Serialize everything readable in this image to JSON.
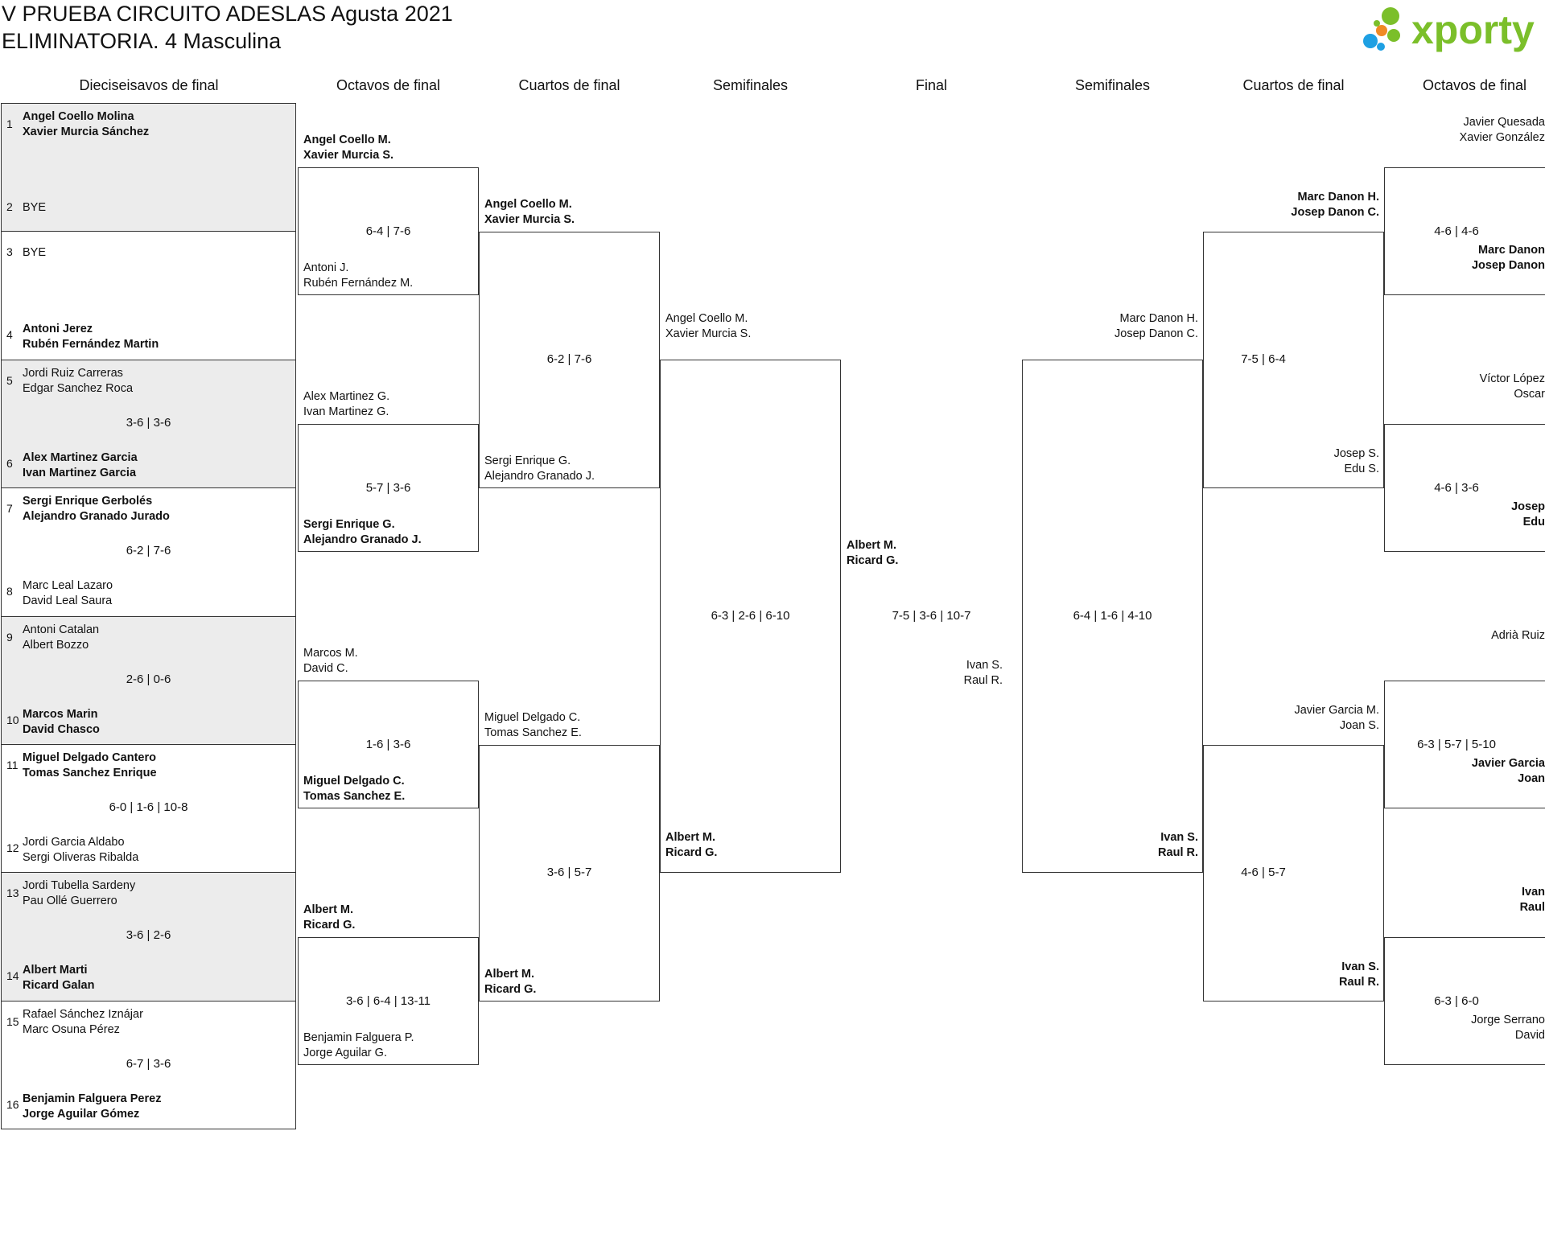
{
  "header": {
    "title_line1": "V PRUEBA CIRCUITO ADESLAS Agusta 2021",
    "title_line2": "ELIMINATORIA. 4 Masculina",
    "logo_text": "xporty"
  },
  "rounds_left": [
    "Dieciseisavos de final",
    "Octavos de final",
    "Cuartos de final",
    "Semifinales"
  ],
  "round_final": "Final",
  "rounds_right": [
    "Semifinales",
    "Cuartos de final",
    "Octavos de final"
  ],
  "r16_matches": [
    {
      "seed_a": "1",
      "pair_a": [
        "Angel Coello Molina",
        "Xavier Murcia Sánchez"
      ],
      "seed_b": "2",
      "pair_b": [
        "BYE"
      ],
      "score": "",
      "winner": "a"
    },
    {
      "seed_a": "3",
      "pair_a": [
        "BYE"
      ],
      "seed_b": "4",
      "pair_b": [
        "Antoni Jerez",
        "Rubén Fernández Martin"
      ],
      "score": "",
      "winner": "b"
    },
    {
      "seed_a": "5",
      "pair_a": [
        "Jordi Ruiz Carreras",
        "Edgar Sanchez Roca"
      ],
      "seed_b": "6",
      "pair_b": [
        "Alex Martinez Garcia",
        "Ivan Martinez Garcia"
      ],
      "score": "3-6 | 3-6",
      "winner": "b"
    },
    {
      "seed_a": "7",
      "pair_a": [
        "Sergi Enrique Gerbolés",
        "Alejandro Granado Jurado"
      ],
      "seed_b": "8",
      "pair_b": [
        "Marc Leal Lazaro",
        "David Leal Saura"
      ],
      "score": "6-2 | 7-6",
      "winner": "a"
    },
    {
      "seed_a": "9",
      "pair_a": [
        "Antoni Catalan",
        "Albert Bozzo"
      ],
      "seed_b": "10",
      "pair_b": [
        "Marcos Marin",
        "David Chasco"
      ],
      "score": "2-6 | 0-6",
      "winner": "b"
    },
    {
      "seed_a": "11",
      "pair_a": [
        "Miguel Delgado Cantero",
        "Tomas Sanchez Enrique"
      ],
      "seed_b": "12",
      "pair_b": [
        "Jordi Garcia Aldabo",
        "Sergi Oliveras Ribalda"
      ],
      "score": "6-0 | 1-6 | 10-8",
      "winner": "a"
    },
    {
      "seed_a": "13",
      "pair_a": [
        "Jordi Tubella Sardeny",
        "Pau Ollé Guerrero"
      ],
      "seed_b": "14",
      "pair_b": [
        "Albert Marti",
        "Ricard Galan"
      ],
      "score": "3-6 | 2-6",
      "winner": "b"
    },
    {
      "seed_a": "15",
      "pair_a": [
        "Rafael Sánchez Iznájar",
        "Marc Osuna Pérez"
      ],
      "seed_b": "16",
      "pair_b": [
        "Benjamin Falguera Perez",
        "Jorge Aguilar Gómez"
      ],
      "score": "6-7 | 3-6",
      "winner": "b"
    }
  ],
  "left_r8": [
    {
      "pair_a": [
        "Angel Coello M.",
        "Xavier Murcia S."
      ],
      "pair_b": [
        "Antoni J.",
        "Rubén Fernández M."
      ],
      "score": "6-4 | 7-6",
      "winner": "a"
    },
    {
      "pair_a": [
        "Alex Martinez G.",
        "Ivan Martinez G."
      ],
      "pair_b": [
        "Sergi Enrique G.",
        "Alejandro Granado J."
      ],
      "score": "5-7 | 3-6",
      "winner": "b"
    },
    {
      "pair_a": [
        "Marcos M.",
        "David C."
      ],
      "pair_b": [
        "Miguel Delgado C.",
        "Tomas Sanchez E."
      ],
      "score": "1-6 | 3-6",
      "winner": "b"
    },
    {
      "pair_a": [
        "Albert M.",
        "Ricard G."
      ],
      "pair_b": [
        "Benjamin Falguera P.",
        "Jorge Aguilar G."
      ],
      "score": "3-6 | 6-4 | 13-11",
      "winner": "a"
    }
  ],
  "left_qf": [
    {
      "pair_a": [
        "Angel Coello M.",
        "Xavier Murcia S."
      ],
      "pair_b": [
        "Sergi Enrique G.",
        "Alejandro Granado J."
      ],
      "score": "6-2 | 7-6",
      "winner": "a"
    },
    {
      "pair_a": [
        "Miguel Delgado C.",
        "Tomas Sanchez E."
      ],
      "pair_b": [
        "Albert M.",
        "Ricard G."
      ],
      "score": "3-6 | 5-7",
      "winner": "b"
    }
  ],
  "left_sf": {
    "pair_a": [
      "Angel Coello M.",
      "Xavier Murcia S."
    ],
    "pair_b": [
      "Albert M.",
      "Ricard G."
    ],
    "score": "6-3 | 2-6 | 6-10",
    "winner": "b"
  },
  "final": {
    "pair_left": [
      "Albert M.",
      "Ricard G."
    ],
    "pair_right": [
      "Ivan S.",
      "Raul R."
    ],
    "score": "7-5 | 3-6 | 10-7",
    "winner": "left"
  },
  "right_sf": {
    "pair_a": [
      "Marc Danon H.",
      "Josep Danon C."
    ],
    "pair_b": [
      "Ivan S.",
      "Raul R."
    ],
    "score": "6-4 | 1-6 | 4-10",
    "winner": "b"
  },
  "right_qf": [
    {
      "pair_a": [
        "Marc Danon H.",
        "Josep Danon C."
      ],
      "pair_b": [
        "Josep S.",
        "Edu S."
      ],
      "score": "7-5 | 6-4",
      "winner": "a"
    },
    {
      "pair_a": [
        "Javier Garcia M.",
        "Joan S."
      ],
      "pair_b": [
        "Ivan S.",
        "Raul R."
      ],
      "score": "4-6 | 5-7",
      "winner": "b"
    }
  ],
  "right_r8": [
    {
      "pair_a": [
        "Javier Quesada",
        "Xavier González"
      ],
      "pair_b": [
        "Marc Danon",
        "Josep Danon"
      ],
      "score": "4-6 | 4-6",
      "winner": "b"
    },
    {
      "pair_a": [
        "Víctor López",
        "Oscar"
      ],
      "pair_b": [
        "Josep",
        "Edu"
      ],
      "score": "4-6 | 3-6",
      "winner": "b"
    },
    {
      "pair_a": [
        "Adrià Ruiz"
      ],
      "pair_b": [
        "Javier Garcia",
        "Joan"
      ],
      "score": "6-3 | 5-7 | 5-10",
      "winner": "b"
    },
    {
      "pair_a": [
        "Ivan",
        "Raul"
      ],
      "pair_b": [
        "Jorge Serrano",
        "David"
      ],
      "score": "6-3 | 6-0",
      "winner": "a"
    }
  ],
  "colors": {
    "shade": "#ececec",
    "border": "#333333",
    "logo_green": "#7bbf2a",
    "logo_orange": "#f08a24",
    "logo_blue": "#1ea0e3"
  }
}
